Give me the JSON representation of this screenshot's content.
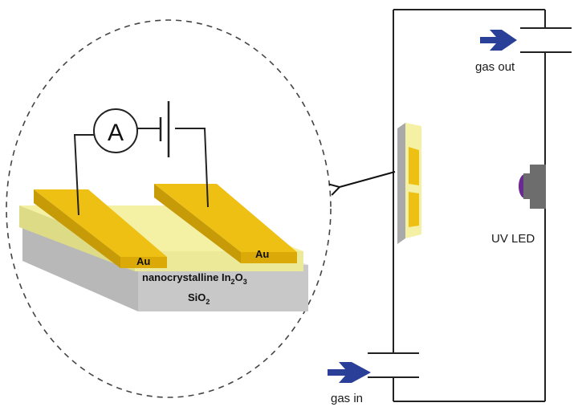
{
  "labels": {
    "ammeter": "A",
    "gold_left": "Au",
    "gold_right": "Au",
    "film": "nanocrystalline In",
    "film_sub1": "2",
    "film_mid": "O",
    "film_sub2": "3",
    "substrate": "SiO",
    "substrate_sub": "2",
    "gas_out": "gas out",
    "gas_in": "gas in",
    "led": "UV LED"
  },
  "colors": {
    "gold": "#eec014",
    "gold_dark": "#c79a08",
    "film": "#f4f1a4",
    "film_dark": "#d9d57a",
    "substrate": "#cfcfcf",
    "substrate_dark": "#a7a7a7",
    "arrow_blue": "#2a3f98",
    "led_purple": "#6b2a93",
    "led_housing": "#6d6d6d"
  }
}
